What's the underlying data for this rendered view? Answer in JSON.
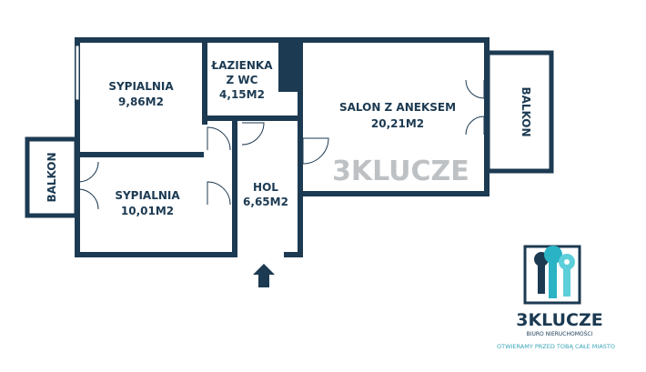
{
  "rooms": {
    "bedroom1": {
      "name": "SYPIALNIA",
      "area": "9,86M2"
    },
    "bathroom": {
      "name_line1": "ŁAZIENKA",
      "name_line2": "Z WC",
      "area": "4,15M2"
    },
    "living": {
      "name": "SALON Z ANEKSEM",
      "area": "20,21M2"
    },
    "bedroom2": {
      "name": "SYPIALNIA",
      "area": "10,01M2"
    },
    "hall": {
      "name": "HOL",
      "area": "6,65M2"
    },
    "balcony_left": {
      "name": "BALKON"
    },
    "balcony_right": {
      "name": "BALKON"
    }
  },
  "watermark": "3KLUCZE",
  "logo": {
    "brand": "3KLUCZE",
    "subtitle": "BIURO NIERUCHOMOŚCI",
    "slogan": "OTWIERAMY PRZED TOBĄ CAŁE MIASTO",
    "colors": {
      "navy": "#1c3a52",
      "teal": "#2ab3c4",
      "light_teal": "#5ccfda"
    }
  },
  "colors": {
    "wall": "#1c3a52"
  }
}
